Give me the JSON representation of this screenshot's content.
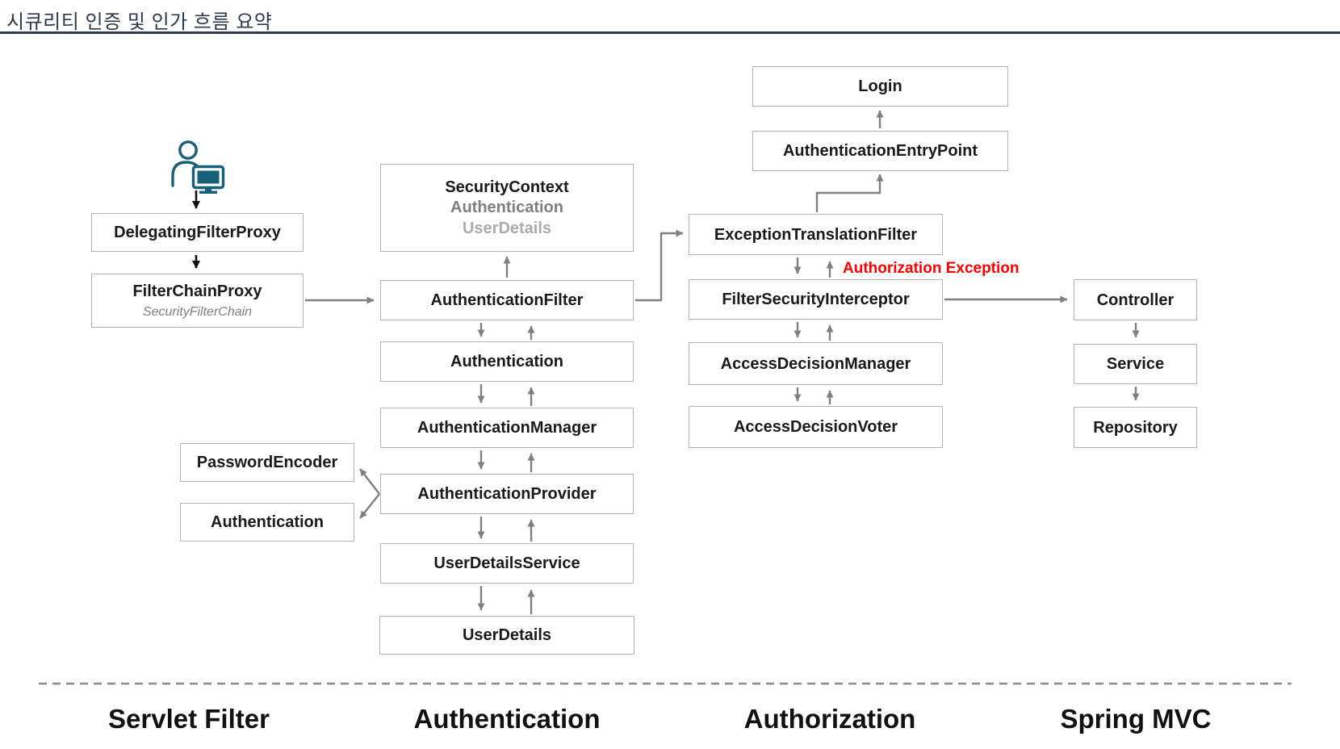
{
  "header": {
    "title": "시큐리티 인증 및 인가 흐름 요약"
  },
  "diagram": {
    "nodes": {
      "delegating_filter_proxy": "DelegatingFilterProxy",
      "filter_chain_proxy": "FilterChainProxy",
      "filter_chain_proxy_sub": "SecurityFilterChain",
      "security_context": "SecurityContext",
      "security_context_authentication": "Authentication",
      "security_context_user_details": "UserDetails",
      "authentication_filter": "AuthenticationFilter",
      "authentication": "Authentication",
      "authentication_manager": "AuthenticationManager",
      "authentication_provider": "AuthenticationProvider",
      "user_details_service": "UserDetailsService",
      "user_details": "UserDetails",
      "password_encoder": "PasswordEncoder",
      "authentication_token": "Authentication",
      "login": "Login",
      "authentication_entry_point": "AuthenticationEntryPoint",
      "exception_translation_filter": "ExceptionTranslationFilter",
      "filter_security_interceptor": "FilterSecurityInterceptor",
      "access_decision_manager": "AccessDecisionManager",
      "access_decision_voter": "AccessDecisionVoter",
      "controller": "Controller",
      "service": "Service",
      "repository": "Repository"
    },
    "annotations": {
      "authorization_exception": "Authorization Exception"
    },
    "lanes": {
      "servlet_filter": "Servlet Filter",
      "authentication": "Authentication",
      "authorization": "Authorization",
      "spring_mvc": "Spring MVC"
    },
    "icons": {
      "user_client": "user-with-monitor"
    }
  },
  "colors": {
    "title_navy": "#2e3a4a",
    "box_border": "#b3b3b3",
    "text_black": "#1a1a1a",
    "muted_gray": "#7f7f7f",
    "light_gray": "#ababab",
    "arrow_gray": "#808080",
    "error_red": "#ff0000",
    "accent_teal": "#176078",
    "page_bg": "#ffffff"
  }
}
